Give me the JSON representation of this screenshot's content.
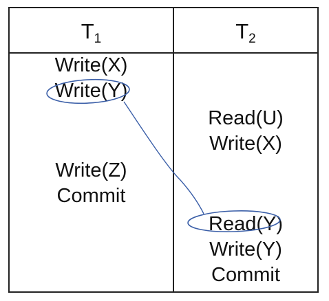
{
  "headers": {
    "t1_base": "T",
    "t1_sub": "1",
    "t2_base": "T",
    "t2_sub": "2"
  },
  "t1_ops": [
    "Write(X)",
    "Write(Y)",
    "Write(Z)",
    "Commit"
  ],
  "t2_ops": [
    "Read(U)",
    "Write(X)",
    "Read(Y)",
    "Write(Y)",
    "Commit"
  ],
  "annotation_color": "#3b5fa8"
}
